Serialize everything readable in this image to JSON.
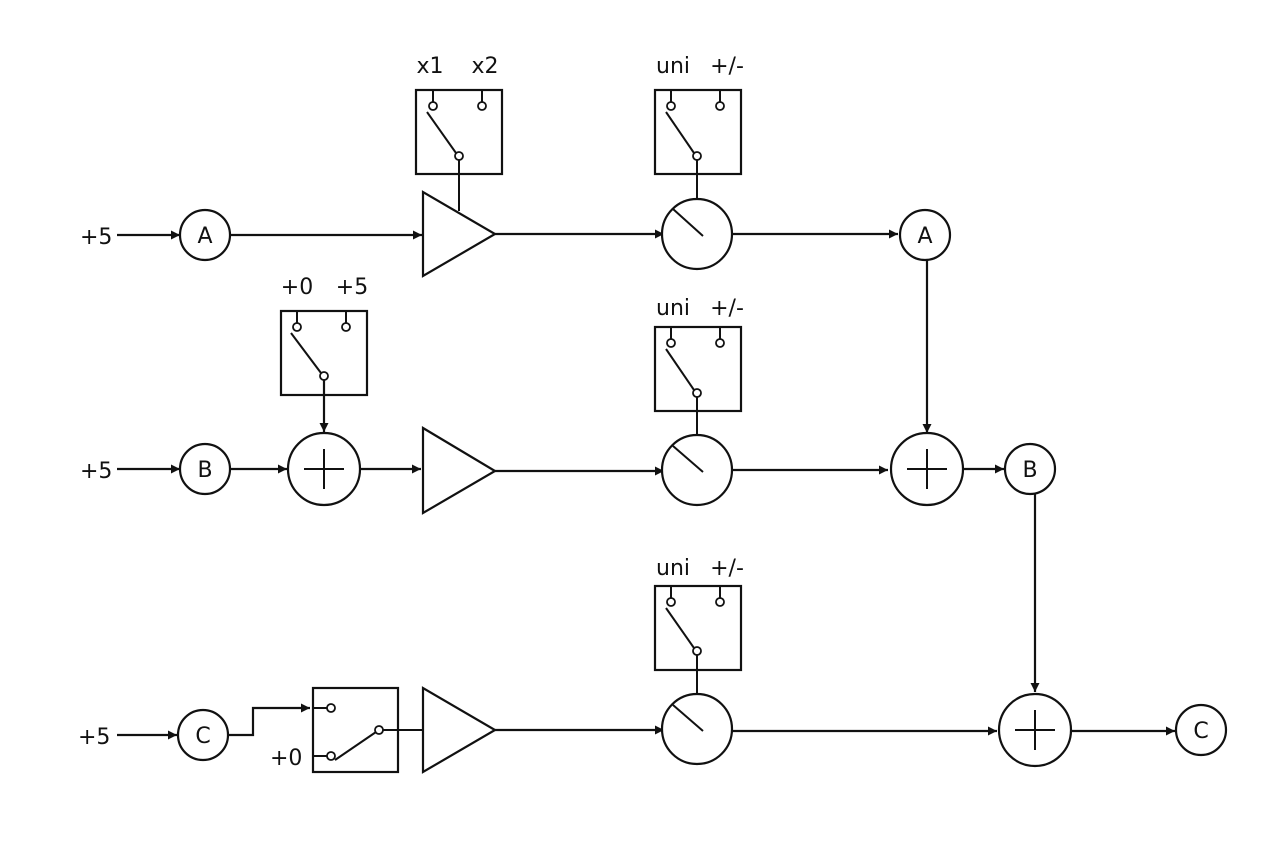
{
  "row_a": {
    "input_label": "+5",
    "node_in": "A",
    "gain_switch": {
      "left": "x1",
      "right": "x2"
    },
    "polarity_switch": {
      "left": "uni",
      "right": "+/-"
    },
    "node_out": "A"
  },
  "row_b": {
    "input_label": "+5",
    "node_in": "B",
    "offset_switch": {
      "left": "+0",
      "right": "+5"
    },
    "polarity_switch": {
      "left": "uni",
      "right": "+/-"
    },
    "node_out": "B"
  },
  "row_c": {
    "input_label": "+5",
    "node_in": "C",
    "select_label": "+0",
    "polarity_switch": {
      "left": "uni",
      "right": "+/-"
    },
    "node_out": "C"
  }
}
